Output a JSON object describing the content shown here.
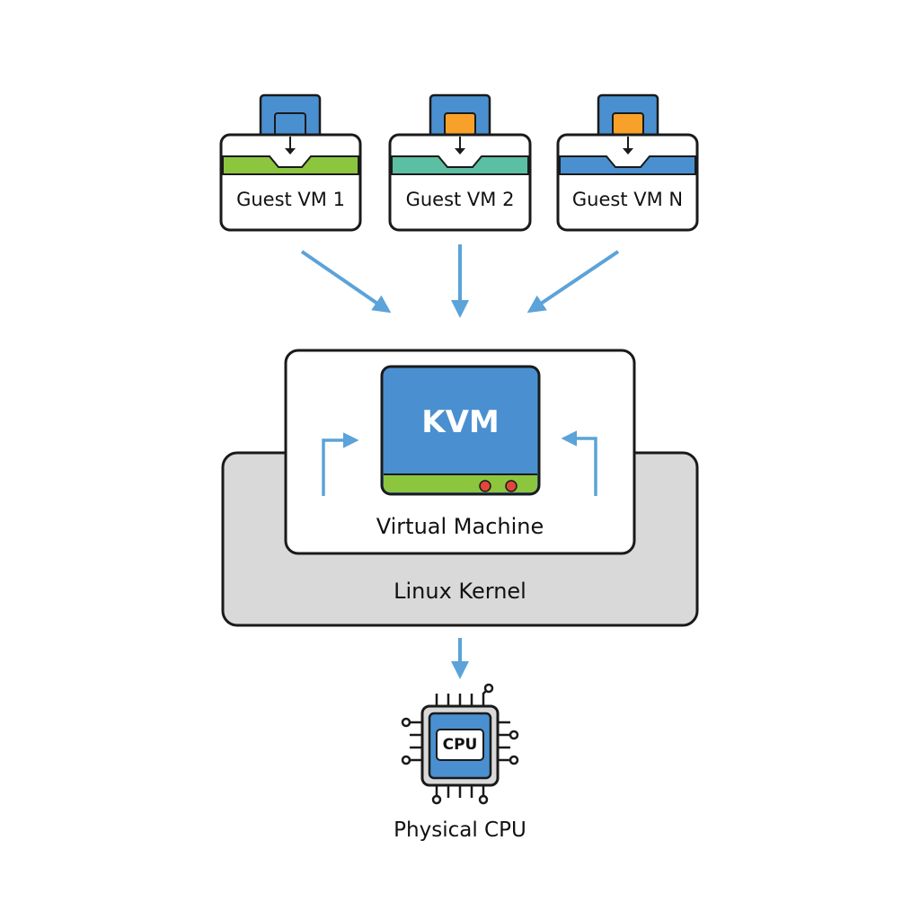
{
  "guests": [
    {
      "label": "Guest VM 1",
      "stripe_color": "#8cc63f",
      "square_color": "#4a90d0"
    },
    {
      "label": "Guest VM 2",
      "stripe_color": "#5bbfa3",
      "square_color": "#f7a12a"
    },
    {
      "label": "Guest VM N",
      "stripe_color": "#4a90d0",
      "square_color": "#f7a12a"
    }
  ],
  "kvm": {
    "label": "KVM"
  },
  "virtual_machine": {
    "label": "Virtual Machine"
  },
  "kernel": {
    "label": "Linux Kernel"
  },
  "cpu": {
    "chip_label": "CPU",
    "caption": "Physical CPU"
  },
  "colors": {
    "accent_blue": "#4a90d0",
    "arrow_blue": "#5ba3d9",
    "green": "#8cc63f",
    "kernel_gray": "#d9d9d9",
    "outline": "#1a1a1a",
    "indicator_red": "#e0463c"
  }
}
